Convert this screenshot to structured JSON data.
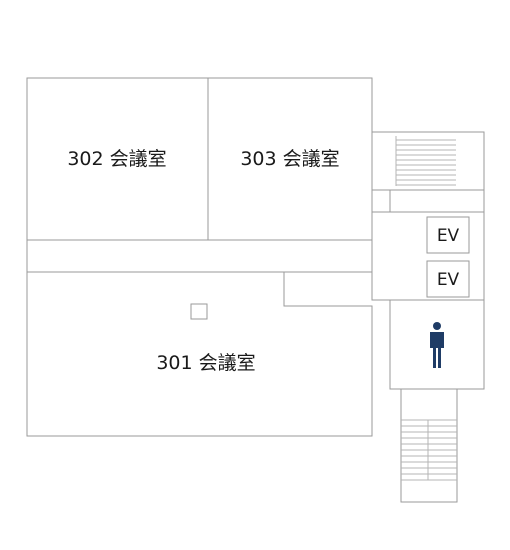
{
  "floor_plan": {
    "rooms": [
      {
        "id": "302",
        "label": "302 会議室"
      },
      {
        "id": "303",
        "label": "303 会議室"
      },
      {
        "id": "301",
        "label": "301 会議室"
      }
    ],
    "elevators": [
      {
        "label": "EV"
      },
      {
        "label": "EV"
      }
    ],
    "restroom_icon": "person-icon",
    "colors": {
      "wall_stroke": "#9a9a9a",
      "icon_fill": "#1f3c66"
    }
  }
}
